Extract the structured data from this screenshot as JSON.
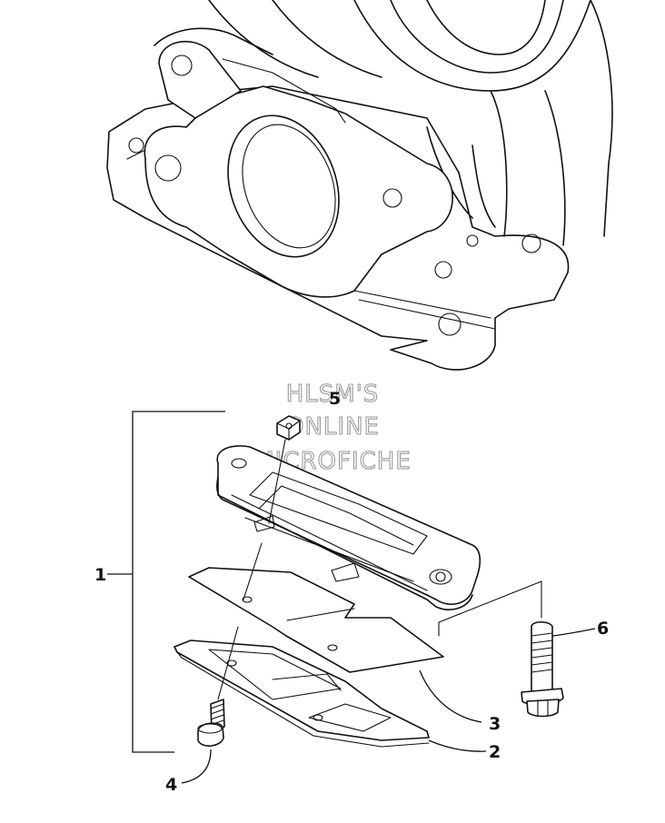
{
  "watermark": {
    "lines": [
      "HLSM'S",
      "ONLINE",
      "MICROFICHE"
    ]
  },
  "callouts": [
    {
      "id": "callout-1",
      "label": "1"
    },
    {
      "id": "callout-2",
      "label": "2"
    },
    {
      "id": "callout-3",
      "label": "3"
    },
    {
      "id": "callout-4",
      "label": "4"
    },
    {
      "id": "callout-5",
      "label": "5"
    },
    {
      "id": "callout-6",
      "label": "6"
    }
  ]
}
